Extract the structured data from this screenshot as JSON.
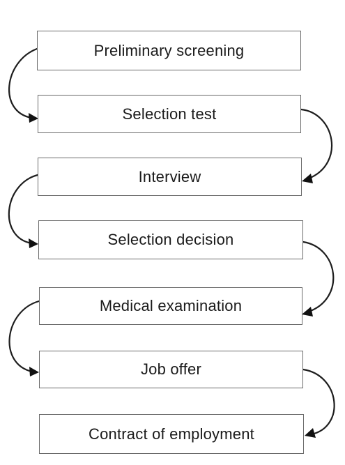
{
  "flowchart": {
    "steps": [
      "Preliminary screening",
      "Selection test",
      "Interview",
      "Selection decision",
      "Medical examination",
      "Job offer",
      "Contract of employment"
    ]
  }
}
